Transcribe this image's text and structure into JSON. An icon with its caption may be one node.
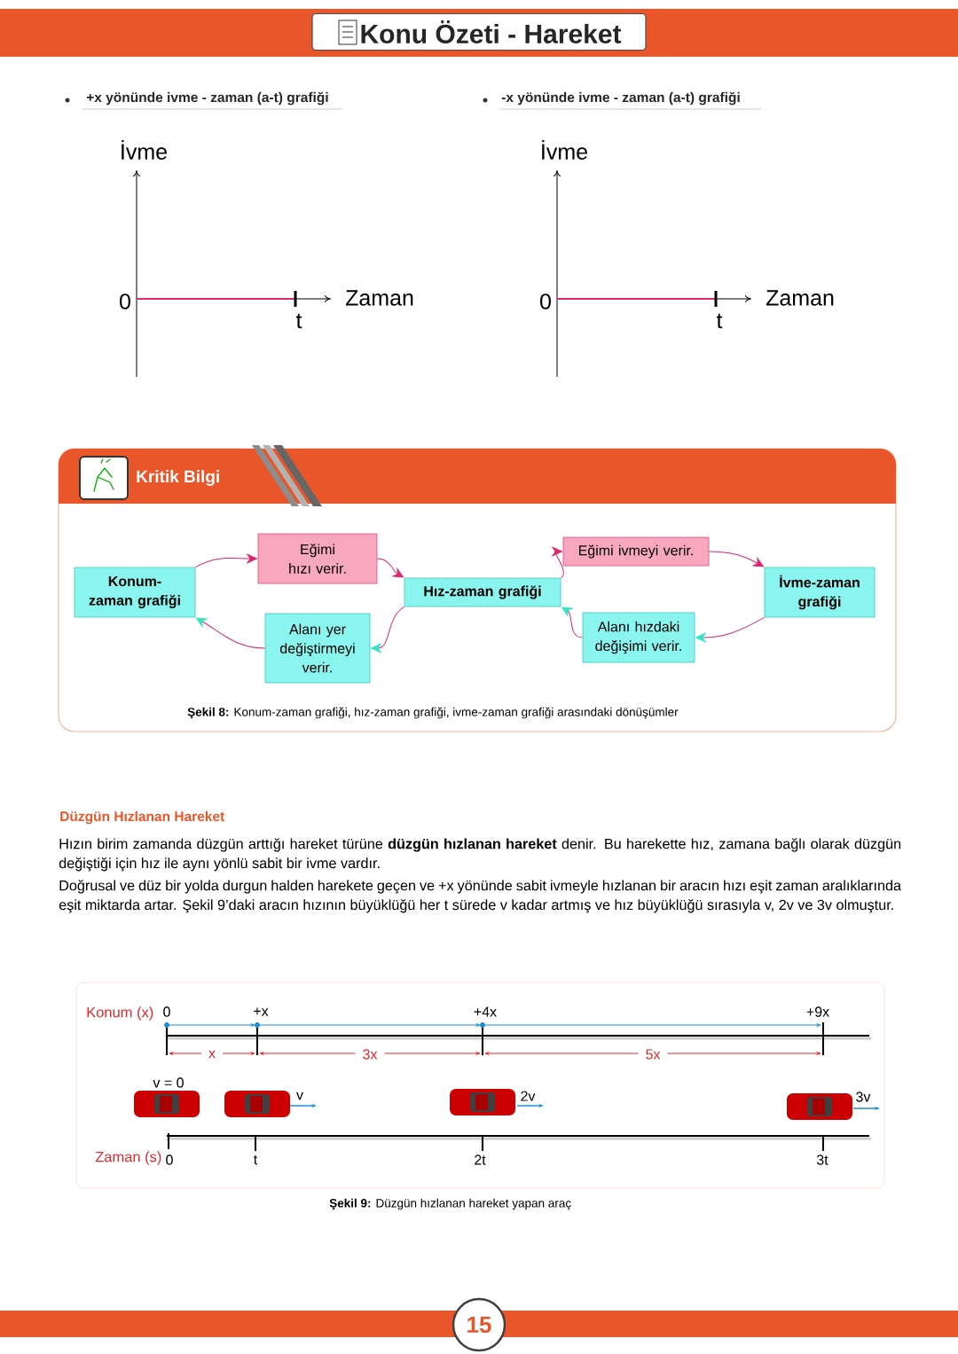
{
  "diagram": {
    "title": "Konu Özeti - Hareket",
    "nodes": [
      {
        "text": [
          "Konum-zaman grafiği"
        ]
      },
      {
        "text": [
          "Eğimi hızı verir."
        ]
      },
      {
        "text": [
          "Hız-zaman grafiği"
        ]
      },
      {
        "text": [
          "Eğimi ivmeyi verir."
        ]
      },
      {
        "text": [
          "İvme-zaman grafiği"
        ]
      },
      {
        "text": [
          "Alanı yer değiştirmeyi verir."
        ]
      },
      {
        "text": [
          "Alanı hızdaki değişimi verir."
        ]
      }
    ],
    "edges": [
      {
        "from": 0,
        "to": 1,
        "arrow": "to"
      },
      {
        "from": 1,
        "to": 2,
        "arrow": "to"
      },
      {
        "from": 2,
        "to": 3,
        "arrow": "to"
      },
      {
        "from": 3,
        "to": 4,
        "arrow": "to"
      },
      {
        "from": 4,
        "to": 6,
        "arrow": "to"
      },
      {
        "from": 6,
        "to": 2,
        "arrow": "to"
      },
      {
        "from": 2,
        "to": 5,
        "arrow": "to"
      },
      {
        "from": 5,
        "to": 0,
        "arrow": "to"
      }
    ],
    "labels": [
      "+x yönünde ivme - zaman (a-t) grafiği",
      "İvme",
      "0",
      "Zaman",
      "t",
      "-x yönünde ivme - zaman (a-t) grafiği",
      "İvme",
      "0",
      "Zaman",
      "t",
      "Kritik Bilgi",
      "**Şekil 8:** Konum-zaman grafiği, hız-zaman grafiği, ivme-zaman grafiği arasındaki dönüşümler",
      "Düzgün Hızlanan Hareket",
      "Hızın birim zamanda düzgün arttığı hareket türüne **düzgün hızlanan hareket** denir. Bu harekette hız, zamana bağlı olarak düzgün değiştiği için hız ile aynı yönlü sabit bir ivme vardır.",
      "Doğrusal ve düz bir yolda durgun halden harekete geçen ve +x yönünde sabit ivmeyle hızlanan bir aracın hızı eşit zaman aralıklarında eşit miktarda artar. Şekil 9’daki aracın hızının büyüklüğü her t sürede v kadar artmış ve hız büyüklüğü sırasıyla v, 2v ve 3v olmuştur.",
      "Konum (x)",
      "0",
      "+x",
      "+4x",
      "+9x",
      "x",
      "3x",
      "5x",
      "v = 0",
      "v",
      "2v",
      "3v",
      "Zaman (s)",
      "0",
      "t",
      "2t",
      "3t",
      "**Şekil 9:** Düzgün hızlanan hareket yapan araç",
      "15"
    ]
  }
}
